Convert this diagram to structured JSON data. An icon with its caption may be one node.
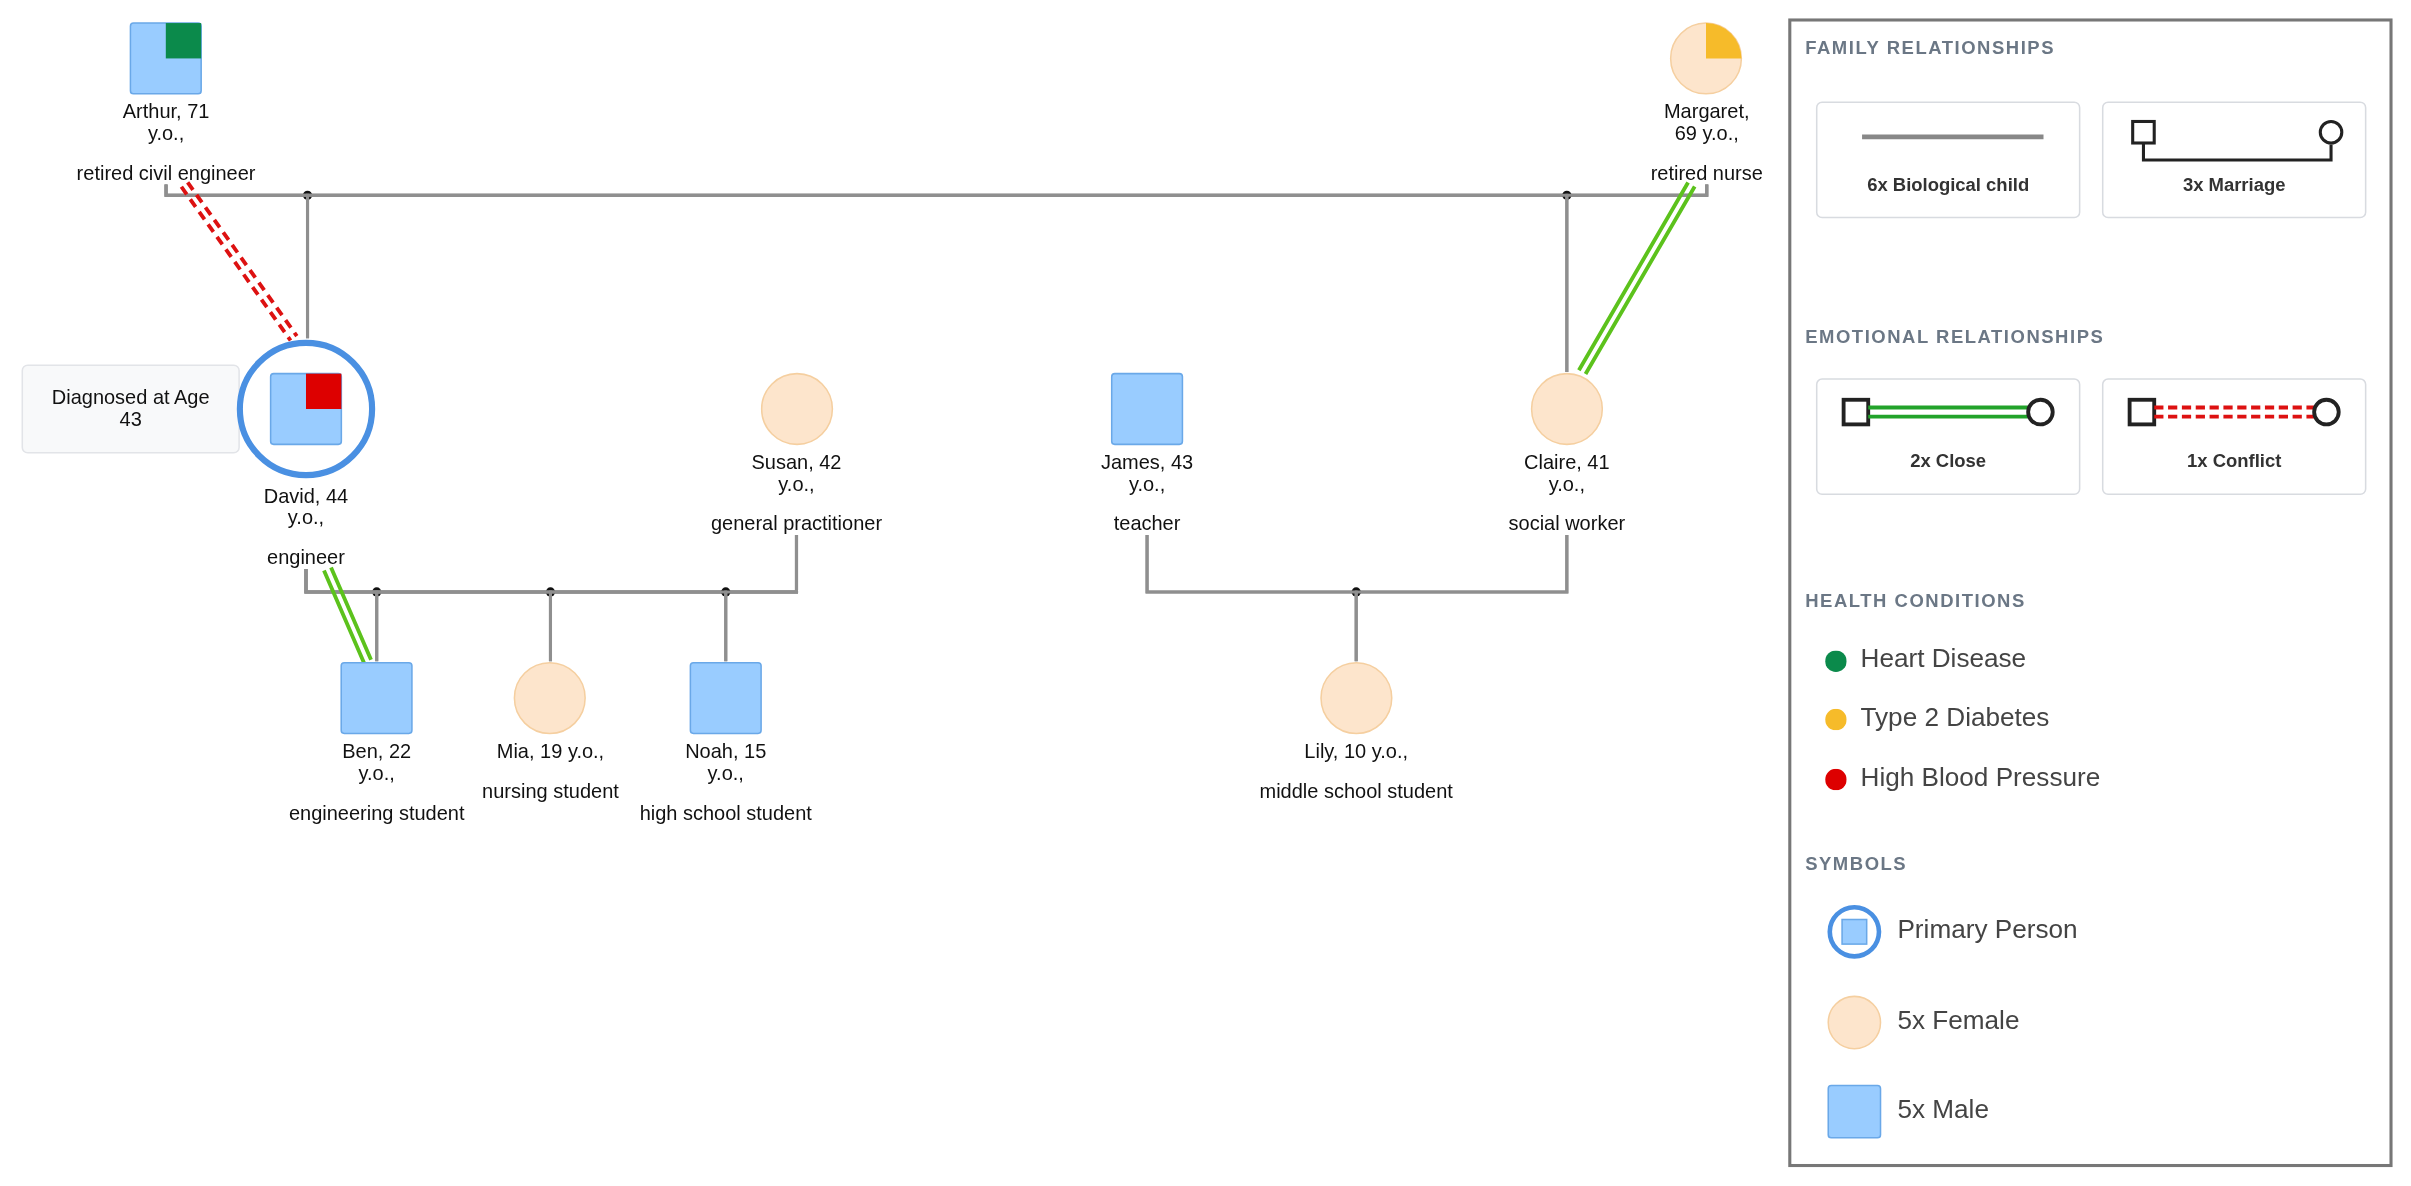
{
  "diagram": {
    "nodes": [
      {
        "text": [
          "Arthur, 71 y.o.,",
          "retired civil engineer"
        ]
      },
      {
        "text": [
          "Margaret, 69 y.o.,",
          "retired nurse"
        ]
      },
      {
        "text": [
          "Diagnosed at Age 43"
        ]
      },
      {
        "text": [
          "David, 44 y.o.,",
          "engineer"
        ]
      },
      {
        "text": [
          "Susan, 42 y.o.,",
          "general practitioner"
        ]
      },
      {
        "text": [
          "James, 43 y.o.,",
          "teacher"
        ]
      },
      {
        "text": [
          "Claire, 41 y.o.,",
          "social worker"
        ]
      },
      {
        "text": [
          "Ben, 22 y.o.,",
          "engineering student"
        ]
      },
      {
        "text": [
          "Mia, 19 y.o.,",
          "nursing student"
        ]
      },
      {
        "text": [
          "Noah, 15 y.o.,",
          "high school student"
        ]
      },
      {
        "text": [
          "Lily, 10 y.o.,",
          "middle school student"
        ]
      }
    ],
    "edges": [
      {
        "from": 0,
        "to": 1,
        "arrow": "none"
      },
      {
        "from": 0,
        "to": 3,
        "arrow": "none"
      },
      {
        "from": 1,
        "to": 3,
        "arrow": "none"
      },
      {
        "from": 0,
        "to": 6,
        "arrow": "none"
      },
      {
        "from": 1,
        "to": 6,
        "arrow": "none"
      },
      {
        "from": 3,
        "to": 4,
        "arrow": "none"
      },
      {
        "from": 5,
        "to": 6,
        "arrow": "none"
      },
      {
        "from": 3,
        "to": 7,
        "arrow": "none"
      },
      {
        "from": 4,
        "to": 7,
        "arrow": "none"
      },
      {
        "from": 3,
        "to": 8,
        "arrow": "none"
      },
      {
        "from": 4,
        "to": 8,
        "arrow": "none"
      },
      {
        "from": 3,
        "to": 9,
        "arrow": "none"
      },
      {
        "from": 4,
        "to": 9,
        "arrow": "none"
      },
      {
        "from": 5,
        "to": 10,
        "arrow": "none"
      },
      {
        "from": 6,
        "to": 10,
        "arrow": "none"
      },
      {
        "from": 0,
        "to": 3,
        "arrow": "none",
        "style": "dashed",
        "color": "#dd1111"
      },
      {
        "from": 1,
        "to": 6,
        "arrow": "none",
        "color": "#5cc21c"
      },
      {
        "from": 3,
        "to": 7,
        "arrow": "none",
        "color": "#5cc21c"
      }
    ],
    "labels": [
      "FAMILY RELATIONSHIPS",
      "EMOTIONAL RELATIONSHIPS",
      "HEALTH CONDITIONS",
      "SYMBOLS"
    ],
    "legend": [
      {
        "text": "6x Biological child"
      },
      {
        "text": "3x Marriage"
      },
      {
        "text": "2x Close"
      },
      {
        "text": "1x Conflict"
      },
      {
        "text": "Heart Disease",
        "color": "#0b8a4b"
      },
      {
        "text": "Type 2 Diabetes",
        "color": "#f6bb2a"
      },
      {
        "text": "High Blood Pressure",
        "color": "#dd0000"
      },
      {
        "text": "Primary Person"
      },
      {
        "text": "5x Female",
        "color": "#fde5cc"
      },
      {
        "text": "5x Male",
        "color": "#99ccff"
      }
    ]
  }
}
